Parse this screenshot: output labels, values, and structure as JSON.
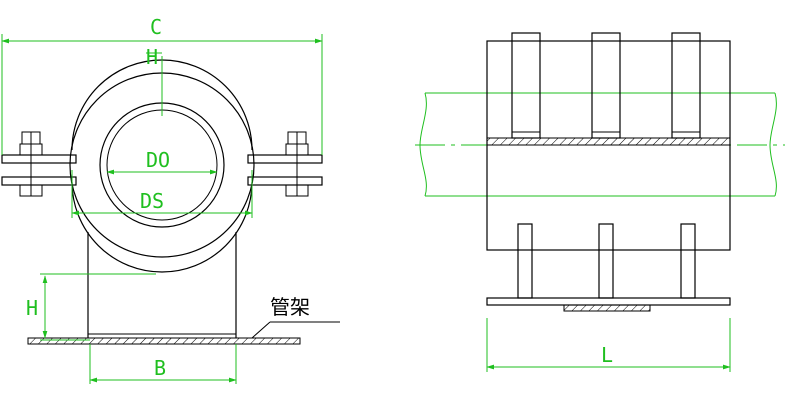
{
  "labels": {
    "c": "C",
    "h_top": "H",
    "do": "DO",
    "ds": "DS",
    "h_left": "H",
    "b": "B",
    "l": "L",
    "support": "管架"
  },
  "colors": {
    "outline": "#000000",
    "dimension": "#1fbf1f",
    "background": "#ffffff"
  }
}
